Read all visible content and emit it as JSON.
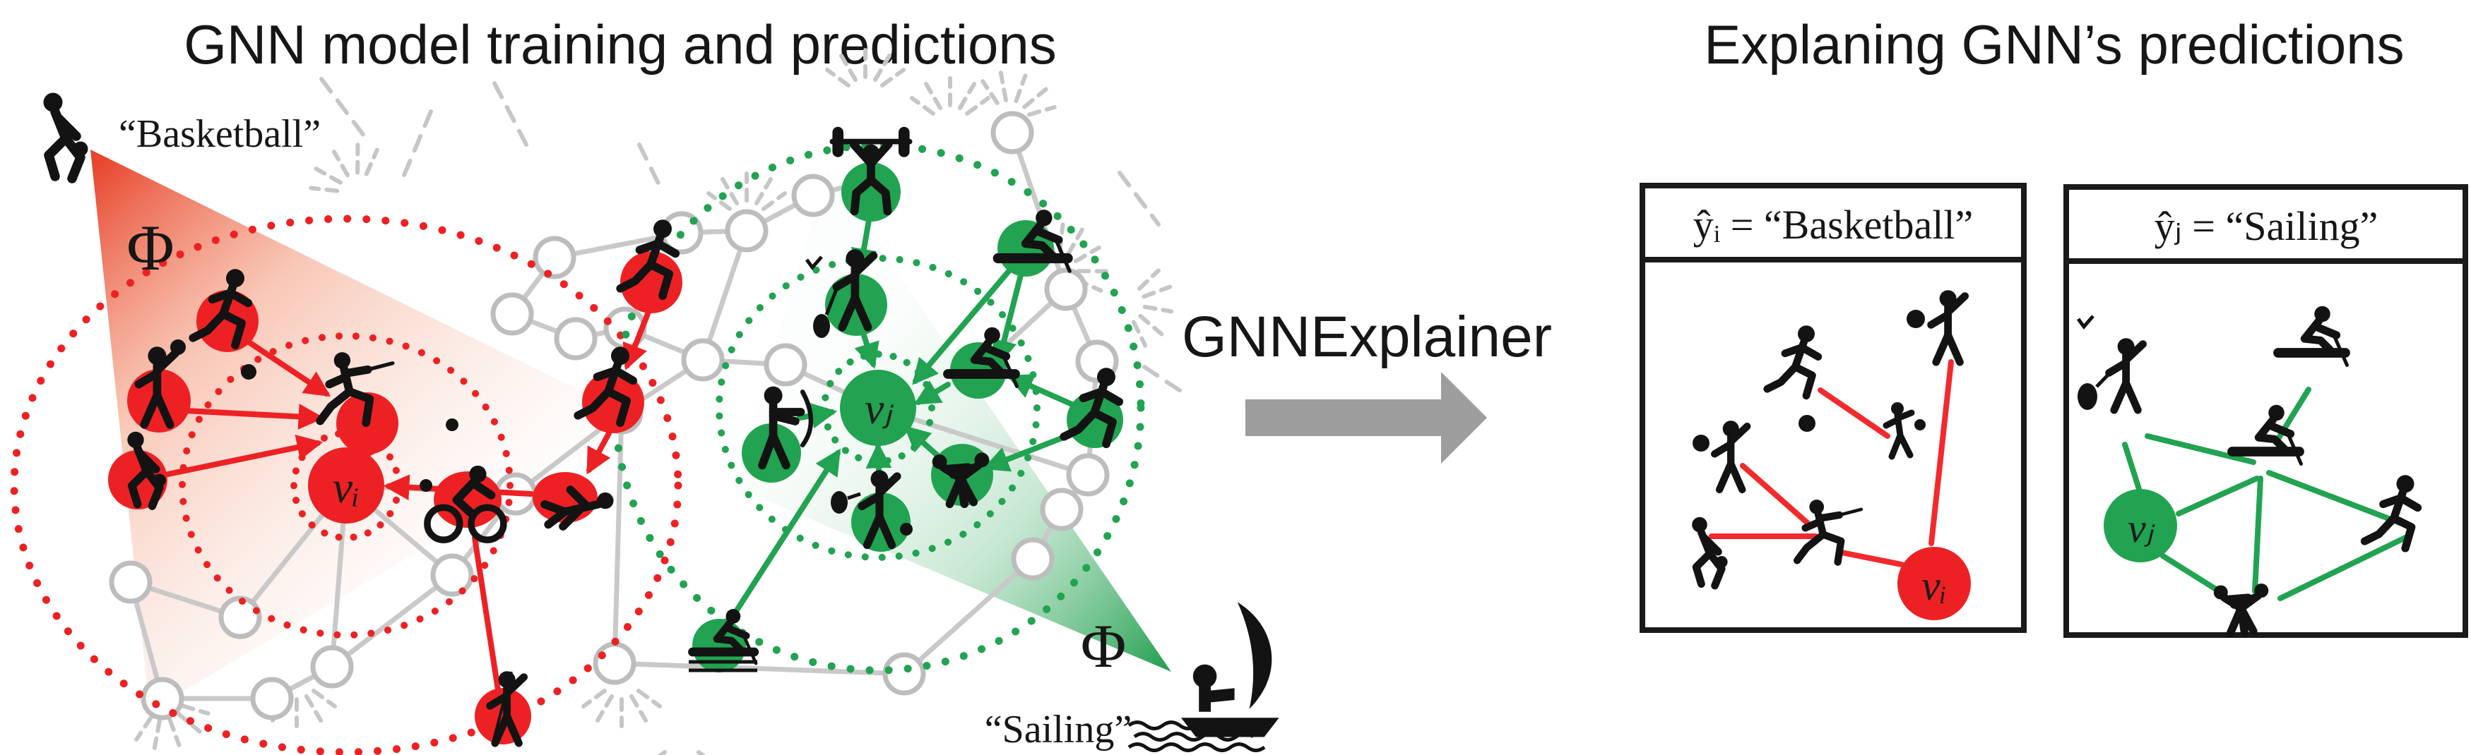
{
  "left": {
    "title": "GNN model training and predictions",
    "basketball_label": "“Basketball”",
    "phi": "Φ",
    "vi_label": "vᵢ"
  },
  "green": {
    "vj_label": "vⱼ",
    "phi": "Φ",
    "sailing_label": "“Sailing”"
  },
  "explainer": {
    "label": "GNNExplainer"
  },
  "right": {
    "title": "Explaning GNN’s predictions",
    "box1": {
      "header": "ŷᵢ = “Basketball”",
      "node_label": "vᵢ"
    },
    "box2": {
      "header": "ŷⱼ = “Sailing”",
      "node_label": "vⱼ"
    }
  },
  "colors": {
    "red": "#ed2124",
    "green": "#21a351",
    "gray_edge": "#c9c9c9",
    "gray_arrow": "#9d9d9d",
    "ink": "#161616"
  }
}
